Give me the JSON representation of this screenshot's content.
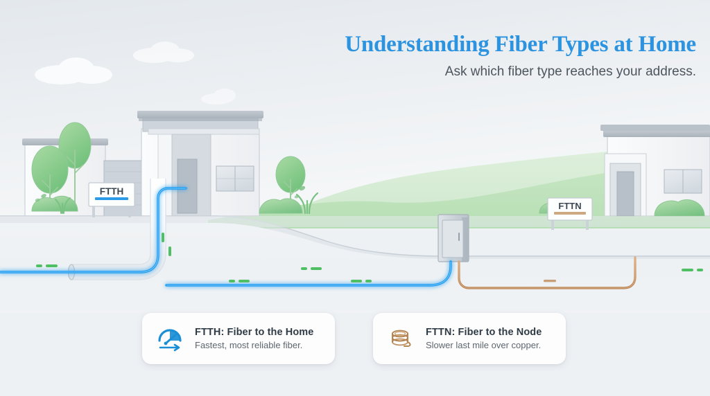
{
  "header": {
    "title": "Understanding Fiber Types at Home",
    "subtitle": "Ask which fiber type reaches your address."
  },
  "scene": {
    "ftth_sign_label": "FTTH",
    "fttn_sign_label": "FTTN"
  },
  "legend": {
    "cards": [
      {
        "icon": "speedometer-icon",
        "title": "FTTH: Fiber to the Home",
        "subtitle": "Fastest, most reliable fiber."
      },
      {
        "icon": "copper-coil-icon",
        "title": "FTTN: Fiber to the Node",
        "subtitle": "Slower last mile over copper."
      }
    ]
  },
  "colors": {
    "title_blue": "#2b93e0",
    "fiber_blue": "#1f9bf0",
    "copper": "#c08f5e",
    "marker_green": "#4fbf63",
    "sky": "#e8ecf0",
    "hill_green": "#bfe0c0",
    "ground": "#eef1f4",
    "card_bg": "#fdfdfe"
  }
}
